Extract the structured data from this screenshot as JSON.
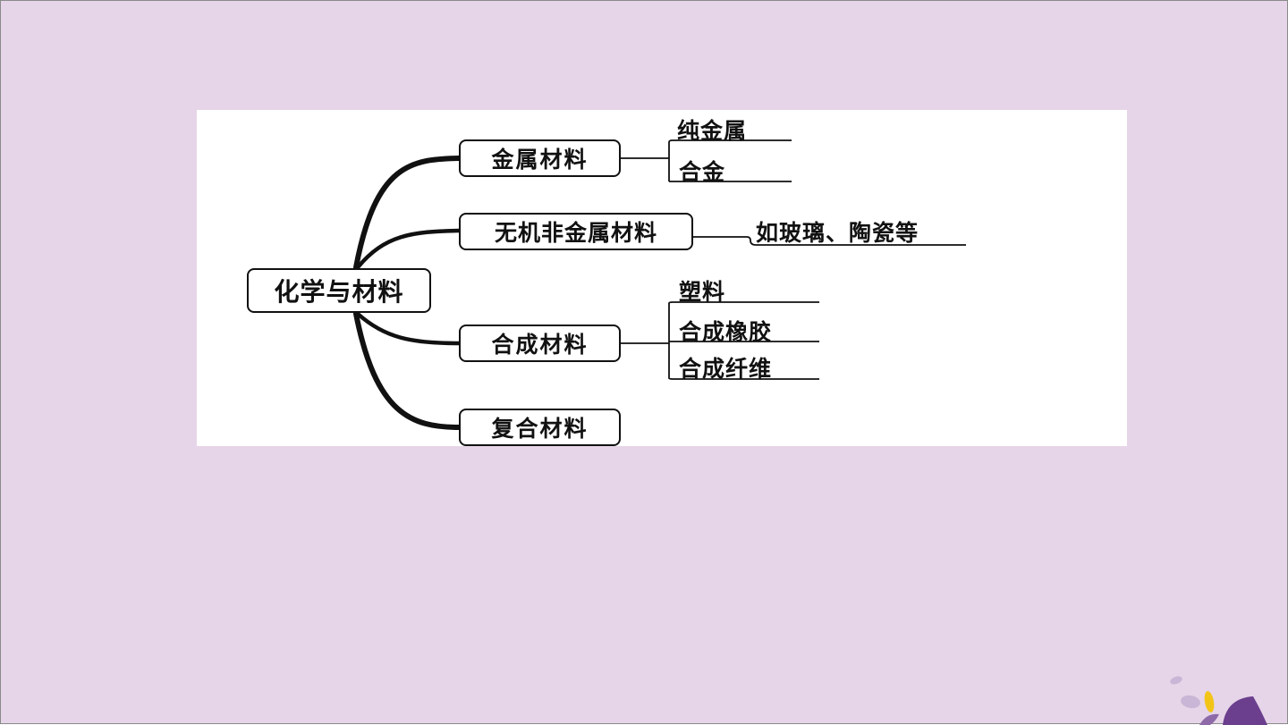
{
  "colors": {
    "slide_background": "#e6d5e8",
    "panel_background": "#ffffff",
    "line_color": "#111111",
    "petal_dark": "#6b3f8e",
    "petal_mid": "#8e6aa9",
    "petal_light": "#c9b6d6",
    "petal_yellow": "#f2c418"
  },
  "diagram": {
    "root": "化学与材料",
    "branches": [
      {
        "label": "金属材料",
        "leaves": [
          "纯金属",
          "合金"
        ]
      },
      {
        "label": "无机非金属材料",
        "leaves": [
          "如玻璃、陶瓷等"
        ]
      },
      {
        "label": "合成材料",
        "leaves": [
          "塑料",
          "合成橡胶",
          "合成纤维"
        ]
      },
      {
        "label": "复合材料",
        "leaves": []
      }
    ]
  },
  "decoration": {
    "corner_icon": "petal-logo-icon"
  }
}
